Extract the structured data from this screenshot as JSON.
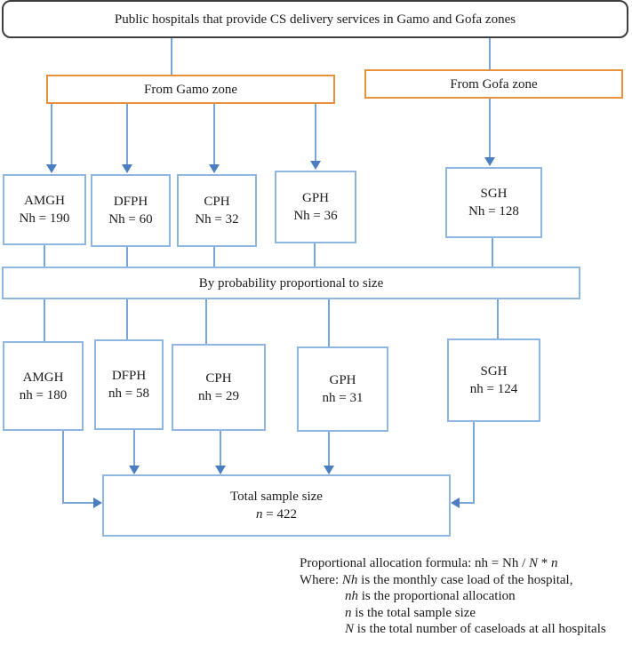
{
  "header": {
    "title": "Public hospitals that provide CS delivery services in Gamo and Gofa zones"
  },
  "zones": {
    "gamo": "From Gamo zone",
    "gofa": "From Gofa zone"
  },
  "row1": [
    {
      "name": "AMGH",
      "value": "Nh = 190"
    },
    {
      "name": "DFPH",
      "value": "Nh = 60"
    },
    {
      "name": "CPH",
      "value": "Nh = 32"
    },
    {
      "name": "GPH",
      "value": "Nh = 36"
    },
    {
      "name": "SGH",
      "value": "Nh = 128"
    }
  ],
  "selection_method": "By probability proportional to size",
  "row2": [
    {
      "name": "AMGH",
      "value": "nh = 180"
    },
    {
      "name": "DFPH",
      "value": "nh = 58"
    },
    {
      "name": "CPH",
      "value": "nh = 29"
    },
    {
      "name": "GPH",
      "value": "nh = 31"
    },
    {
      "name": "SGH",
      "value": "nh = 124"
    }
  ],
  "total": {
    "title": "Total sample size",
    "value_segments": [
      {
        "t": "n",
        "i": true
      },
      {
        "t": " = 422",
        "i": false
      }
    ]
  },
  "notes": {
    "lines": [
      {
        "segments": [
          {
            "t": "Proportional allocation formula: nh = Nh / ",
            "i": false
          },
          {
            "t": "N",
            "i": true
          },
          {
            "t": " * ",
            "i": false
          },
          {
            "t": "n",
            "i": true
          }
        ]
      },
      {
        "segments": [
          {
            "t": "Where: ",
            "i": false
          },
          {
            "t": "Nh",
            "i": true
          },
          {
            "t": " is the monthly case load of the hospital,",
            "i": false
          }
        ]
      },
      {
        "segments": [
          {
            "t": "nh",
            "i": true
          },
          {
            "t": " is the proportional allocation",
            "i": false
          }
        ]
      },
      {
        "segments": [
          {
            "t": "n",
            "i": true
          },
          {
            "t": " is the total sample size",
            "i": false
          }
        ]
      },
      {
        "segments": [
          {
            "t": "N",
            "i": true
          },
          {
            "t": " is the total number of caseloads at all hospitals",
            "i": false
          }
        ]
      }
    ]
  },
  "colors": {
    "connector_blue": "#76a7d8",
    "arrowhead_blue": "#4a7ec0",
    "box_border_blue": "#8fb6e0",
    "zone_border_orange": "#e8913d",
    "title_border_dark": "#3d3d3d"
  }
}
